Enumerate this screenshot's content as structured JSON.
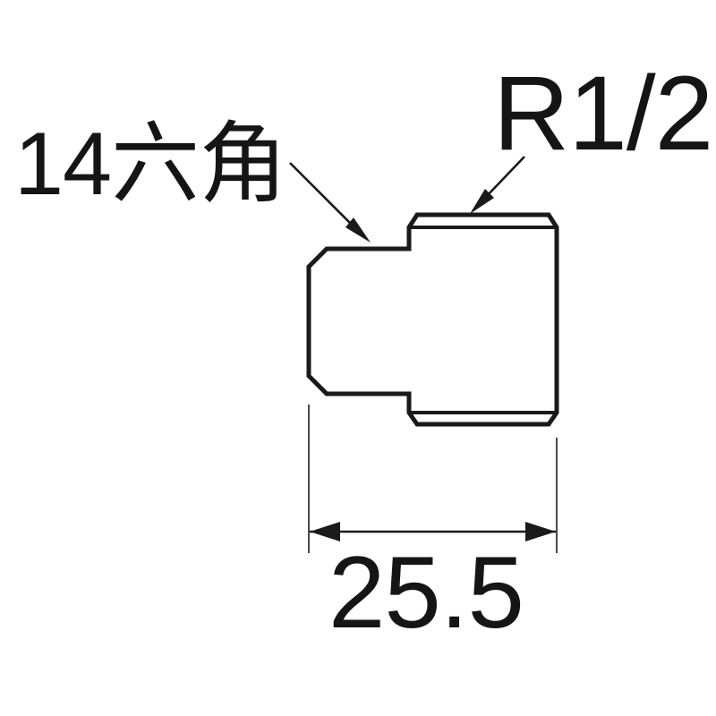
{
  "page": {
    "background_color": "#ffffff",
    "line_color": "#1a1a1a",
    "text_color": "#151515"
  },
  "drawing": {
    "labels": {
      "hex_size": "14六角",
      "thread_size": "R1/2",
      "length": "25.5"
    }
  }
}
